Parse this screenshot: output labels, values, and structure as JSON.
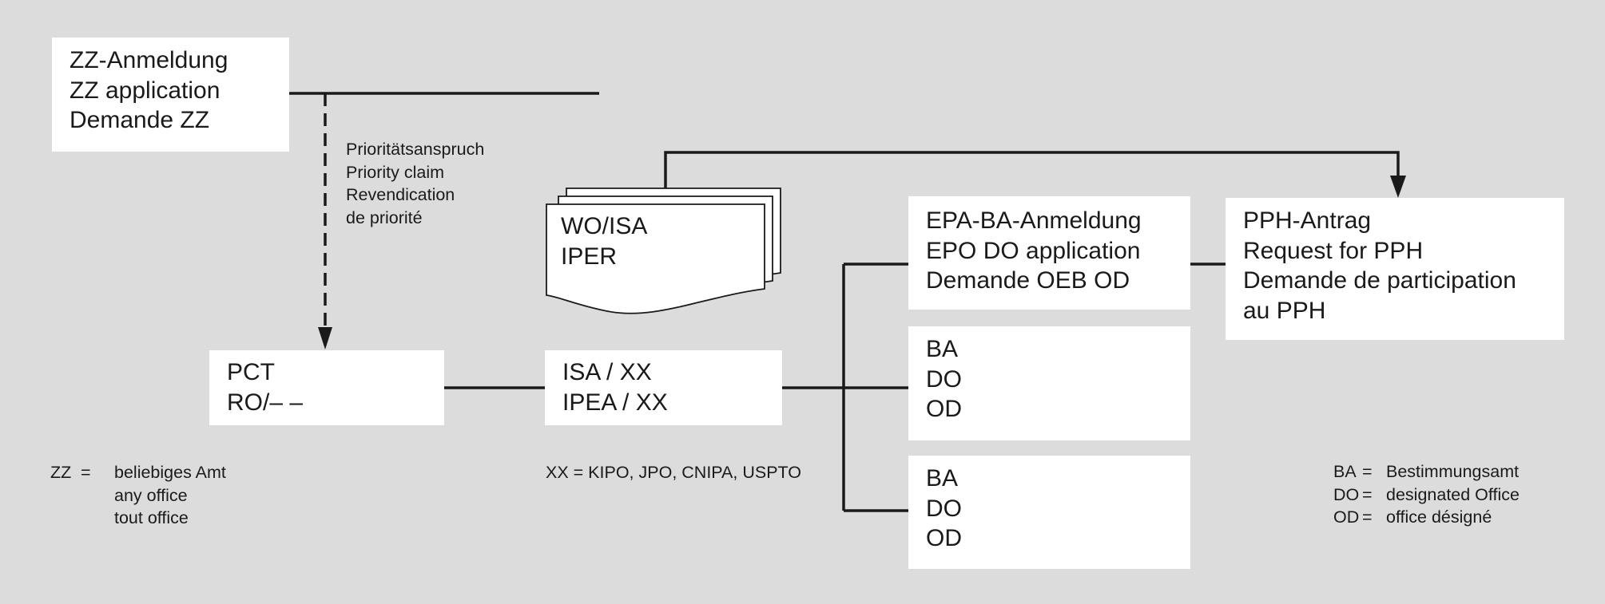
{
  "boxes": {
    "zz_application": [
      "ZZ-Anmeldung",
      "ZZ application",
      "Demande ZZ"
    ],
    "pct_ro": [
      "PCT",
      "RO/– –"
    ],
    "isa_ipea": [
      "ISA / XX",
      "IPEA / XX"
    ],
    "epo_do_application": [
      "EPA-BA-Anmeldung",
      "EPO DO application",
      "Demande OEB OD"
    ],
    "pph_request": [
      "PPH-Antrag",
      "Request for PPH",
      "Demande de participation",
      "au PPH"
    ],
    "designated_office_1": [
      "BA",
      "DO",
      "OD"
    ],
    "designated_office_2": [
      "BA",
      "DO",
      "OD"
    ]
  },
  "documents": [
    "WO/ISA",
    "IPER"
  ],
  "priority_claim": [
    "Prioritätsanspruch",
    "Priority claim",
    "Revendication",
    "de priorité"
  ],
  "notes": {
    "xx_offices": "XX = KIPO, JPO, CNIPA, USPTO"
  },
  "legend_zz": {
    "key": "ZZ",
    "eq": "=",
    "values": [
      "beliebiges Amt",
      "any office",
      "tout office"
    ]
  },
  "legend_ba": [
    {
      "key": "BA",
      "eq": "=",
      "value": "Bestimmungsamt"
    },
    {
      "key": "DO",
      "eq": "=",
      "value": "designated Office"
    },
    {
      "key": "OD",
      "eq": "=",
      "value": "office désigné"
    }
  ],
  "colors": {
    "background": "#dcdcdc",
    "box": "#ffffff",
    "line": "#1a1a1a"
  }
}
